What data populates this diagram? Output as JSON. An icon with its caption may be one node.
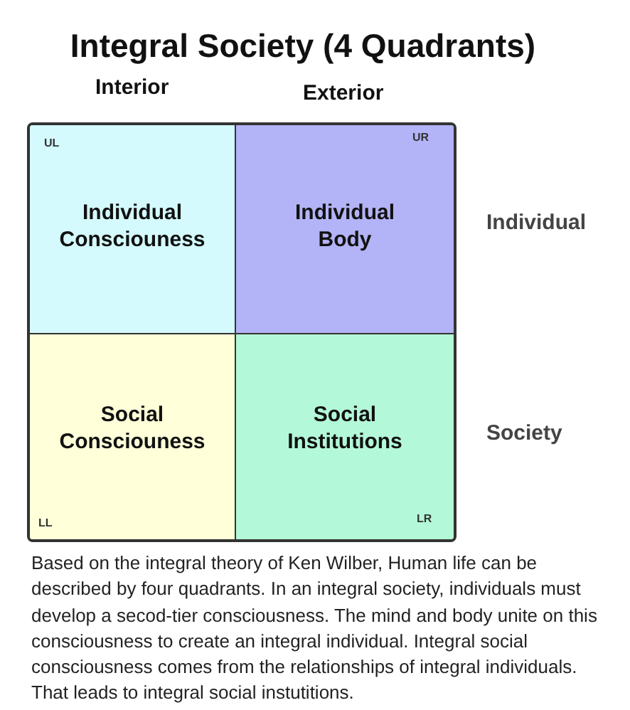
{
  "diagram": {
    "title": "Integral Society (4 Quadrants)",
    "caption": "Based on the integral theory of Ken Wilber, Human life can be described by four quadrants. In an integral society, individuals must develop a secod-tier consciousness. The mind and body unite on this consciousness to create an integral individual. Integral social consciousness comes from the relationships of integral individuals. That leads to integral social instutitions.",
    "nodes": [
      {
        "text": [
          "Individual Consciouness"
        ]
      },
      {
        "text": [
          "Individual Body"
        ]
      },
      {
        "text": [
          "Social Consciouness"
        ]
      },
      {
        "text": [
          "Social Institutions"
        ]
      }
    ],
    "labels": [
      "Interior",
      "Exterior",
      "UL",
      "UR",
      "Individual",
      "Society",
      "LL",
      "LR"
    ]
  }
}
